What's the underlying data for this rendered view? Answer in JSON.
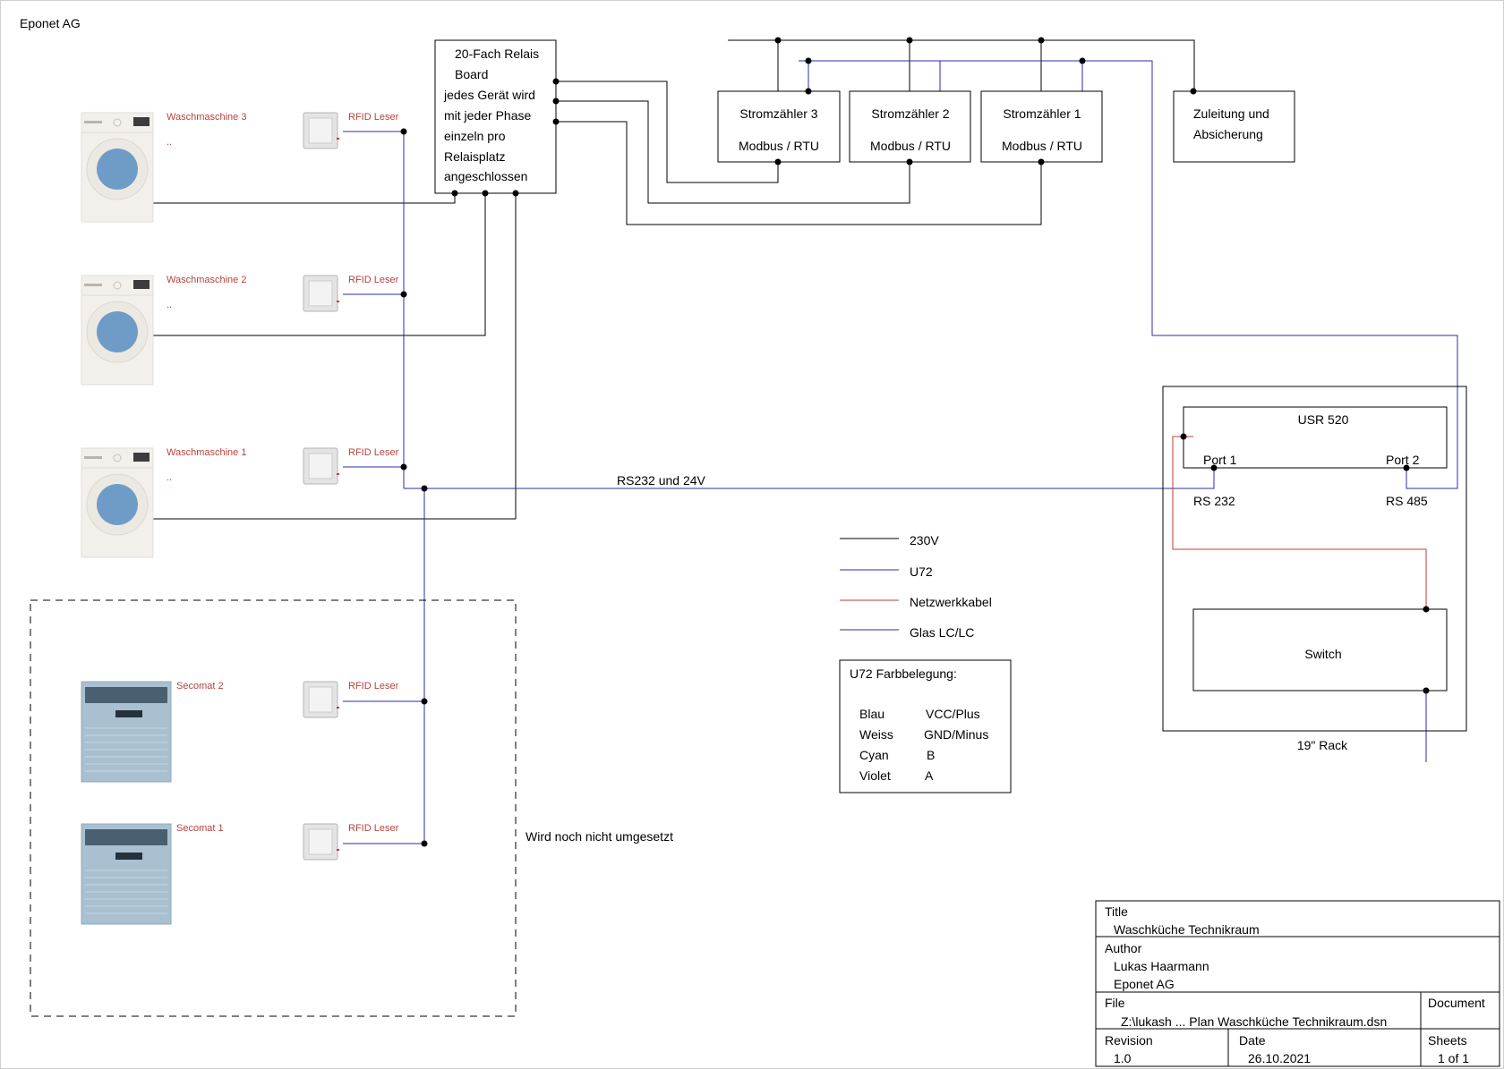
{
  "company": "Eponet AG",
  "relay_board": {
    "lines": [
      "20-Fach Relais",
      "Board",
      "jedes Gerät wird",
      "mit jeder Phase",
      "einzeln pro",
      "Relaisplatz",
      "angeschlossen"
    ]
  },
  "meters": [
    {
      "name": "Stromzähler 3",
      "protocol": "Modbus / RTU"
    },
    {
      "name": "Stromzähler 2",
      "protocol": "Modbus / RTU"
    },
    {
      "name": "Stromzähler 1",
      "protocol": "Modbus / RTU"
    }
  ],
  "supply": {
    "line1": "Zuleitung und",
    "line2": "Absicherung"
  },
  "machines": [
    {
      "name": "Waschmaschine 3",
      "sub": ".."
    },
    {
      "name": "Waschmaschine 2",
      "sub": ".."
    },
    {
      "name": "Waschmaschine 1",
      "sub": ".."
    }
  ],
  "dryers": [
    {
      "name": "Secomat 2"
    },
    {
      "name": "Secomat 1"
    }
  ],
  "rfid_label": "RFID Leser",
  "bus_label": "RS232 und 24V",
  "future_note": "Wird noch nicht umgesetzt",
  "legend": [
    {
      "label": "230V",
      "color": "#000000"
    },
    {
      "label": "U72",
      "color": "#2b2bb0"
    },
    {
      "label": "Netzwerkkabel",
      "color": "#c43a3a"
    },
    {
      "label": "Glas LC/LC",
      "color": "#2b2bb0"
    }
  ],
  "color_table": {
    "title": "U72 Farbbelegung:",
    "rows": [
      {
        "color": "Blau",
        "signal": "VCC/Plus"
      },
      {
        "color": "Weiss",
        "signal": "GND/Minus"
      },
      {
        "color": "Cyan",
        "signal": "B"
      },
      {
        "color": "Violet",
        "signal": "A"
      }
    ]
  },
  "rack": {
    "label": "19\" Rack",
    "usr": {
      "name": "USR 520",
      "port1": "Port 1",
      "port2": "Port 2",
      "rs232": "RS 232",
      "rs485": "RS 485"
    },
    "switch": "Switch"
  },
  "title_block": {
    "title_label": "Title",
    "title": "Waschküche Technikraum",
    "author_label": "Author",
    "author": "Lukas Haarmann",
    "author_company": "Eponet AG",
    "file_label": "File",
    "file": "Z:\\lukash ... Plan Waschküche Technikraum.dsn",
    "document_label": "Document",
    "revision_label": "Revision",
    "revision": "1.0",
    "date_label": "Date",
    "date": "26.10.2021",
    "sheets_label": "Sheets",
    "sheets": "1 of 1"
  }
}
